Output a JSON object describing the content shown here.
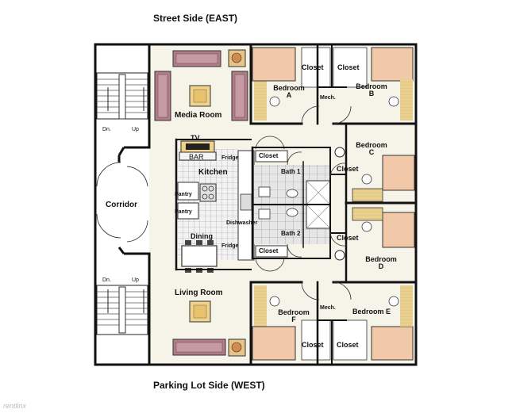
{
  "sides": {
    "top": "Street Side  (EAST)",
    "bottom": "Parking Lot Side  (WEST)"
  },
  "rooms": {
    "corridor": "Corridor",
    "stair_top_dn": "Dn.",
    "stair_top_up": "Up",
    "stair_bot_dn": "Dn.",
    "stair_bot_up": "Up",
    "media_room": "Media Room",
    "living_room": "Living Room",
    "tv": "TV",
    "bar": "BAR",
    "kitchen": "Kitchen",
    "fridge_top": "Fridge",
    "pantry_top": "Pantry",
    "pantry_bot": "Pantry",
    "dishwasher": "Dishwasher",
    "dining": "Dining",
    "fridge_bot": "Fridge",
    "closet_top_mid": "Closet",
    "closet_bot_mid": "Closet",
    "bath1": "Bath 1",
    "bath2": "Bath 2",
    "bedroom_a": "Bedroom A",
    "bedroom_b": "Bedroom B",
    "bedroom_c": "Bedroom C",
    "bedroom_d": "Bedroom D",
    "bedroom_e": "Bedroom E",
    "bedroom_f": "Bedroom F",
    "closet_ab_1": "Closet",
    "closet_ab_2": "Closet",
    "closet_c": "Closet",
    "closet_d": "Closet",
    "closet_ef_1": "Closet",
    "closet_ef_2": "Closet",
    "mech_top": "Mech.",
    "mech_bot": "Mech."
  },
  "watermark": "rentlinx",
  "colors": {
    "wall": "#111111",
    "floor": "#f6f4e8",
    "sofa": "#b27b86",
    "bed": "#f1c9a8",
    "wood": "#e7cf8e",
    "tile": "#d8d8d8"
  }
}
